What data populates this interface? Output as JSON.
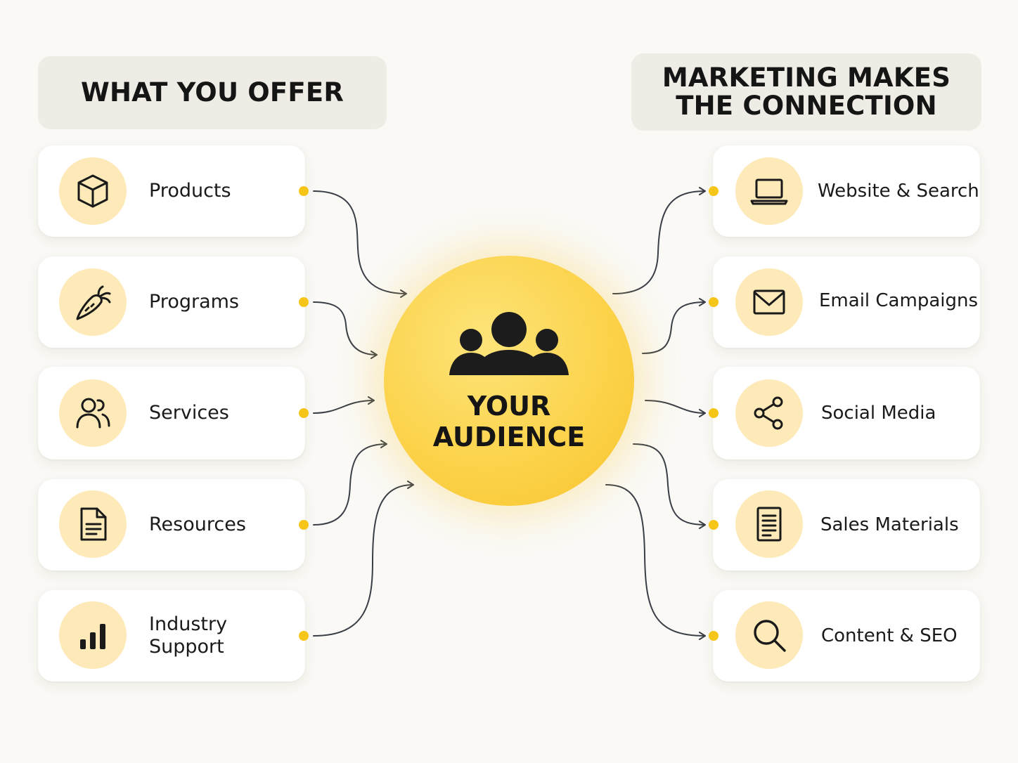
{
  "left_header": "WHAT YOU OFFER",
  "right_header": "MARKETING MAKES\nTHE CONNECTION",
  "center": {
    "label": "YOUR\nAUDIENCE",
    "icon": "audience-group-icon"
  },
  "offer_items": [
    {
      "label": "Products",
      "icon": "box-icon"
    },
    {
      "label": "Programs",
      "icon": "carrot-icon"
    },
    {
      "label": "Services",
      "icon": "users-icon"
    },
    {
      "label": "Resources",
      "icon": "document-icon"
    },
    {
      "label": "Industry\nSupport",
      "icon": "bar-chart-icon"
    }
  ],
  "marketing_items": [
    {
      "label": "Website & Search",
      "icon": "laptop-icon"
    },
    {
      "label": "Email Campaigns",
      "icon": "envelope-icon"
    },
    {
      "label": "Social Media",
      "icon": "share-icon"
    },
    {
      "label": "Sales Materials",
      "icon": "list-document-icon"
    },
    {
      "label": "Content & SEO",
      "icon": "magnifier-icon"
    }
  ],
  "colors": {
    "accent_yellow": "#fcd34b",
    "icon_circle": "#fdeab8",
    "dot": "#f5c518",
    "connector": "#3a3f47",
    "header_bg": "#efece6"
  }
}
